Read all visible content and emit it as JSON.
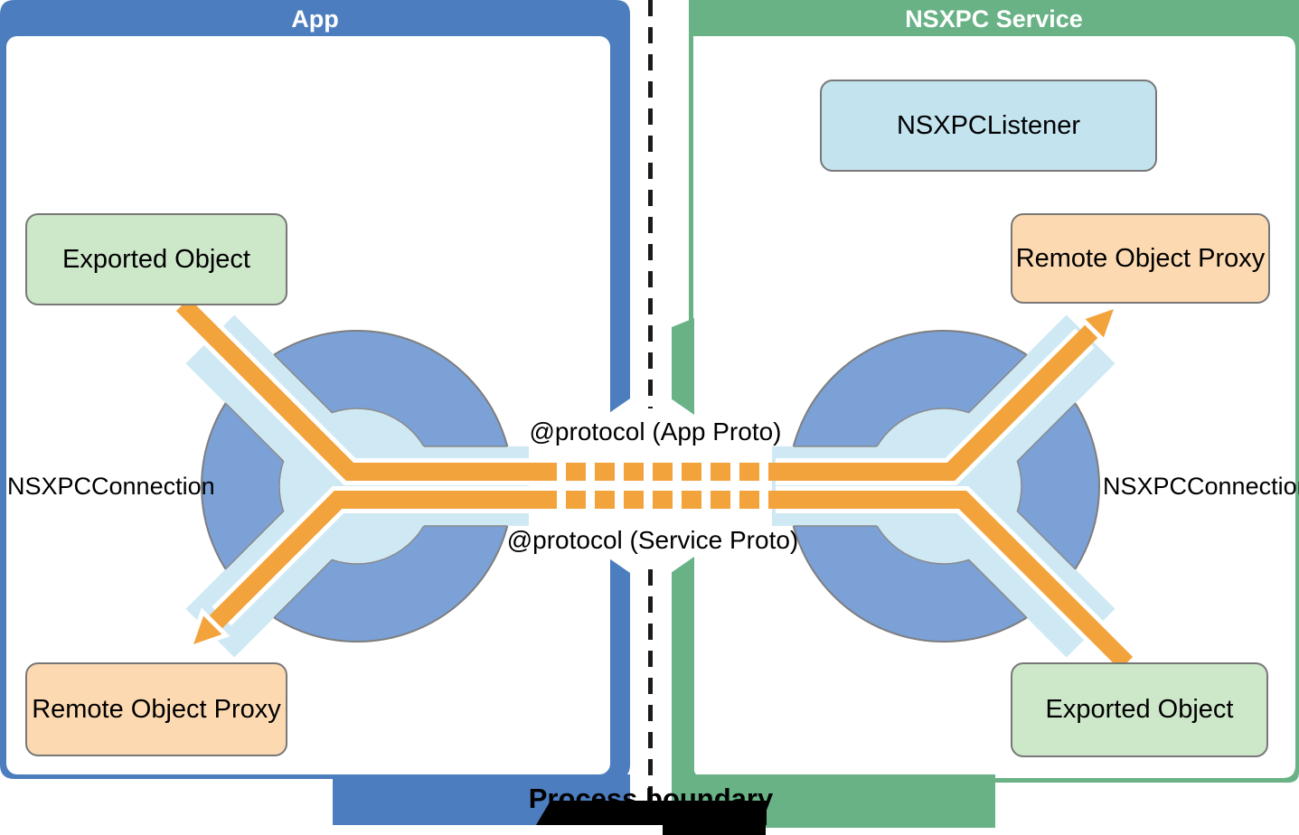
{
  "diagram": {
    "app_panel": {
      "title": "App"
    },
    "service_panel": {
      "title": "NSXPC Service"
    },
    "boxes": {
      "app_exported": "Exported Object",
      "app_remote_proxy": "Remote Object Proxy",
      "listener": "NSXPCListener",
      "service_remote_proxy": "Remote Object Proxy",
      "service_exported": "Exported Object"
    },
    "labels": {
      "app_connection": "NSXPCConnection",
      "service_connection": "NSXPCConnection",
      "protocol_app": "@protocol (App Proto)",
      "protocol_service": "@protocol (Service Proto)",
      "process_boundary": "Process boundary"
    },
    "colors": {
      "app_accent": "#4c7dbe",
      "service_accent": "#68b286",
      "ring_blue": "#7ba1d7",
      "channel_blue": "#cfe9f4",
      "arrow_orange": "#f3a33c",
      "exported_fill": "#cde7c9",
      "listener_fill": "#c3e3ef",
      "proxy_fill": "#fcd9b1",
      "box_border": "#777777",
      "ring_stroke": "#7e7e7e",
      "wedge_stroke": "#8a8a8a",
      "boundary_color": "#1b1b1b"
    }
  }
}
